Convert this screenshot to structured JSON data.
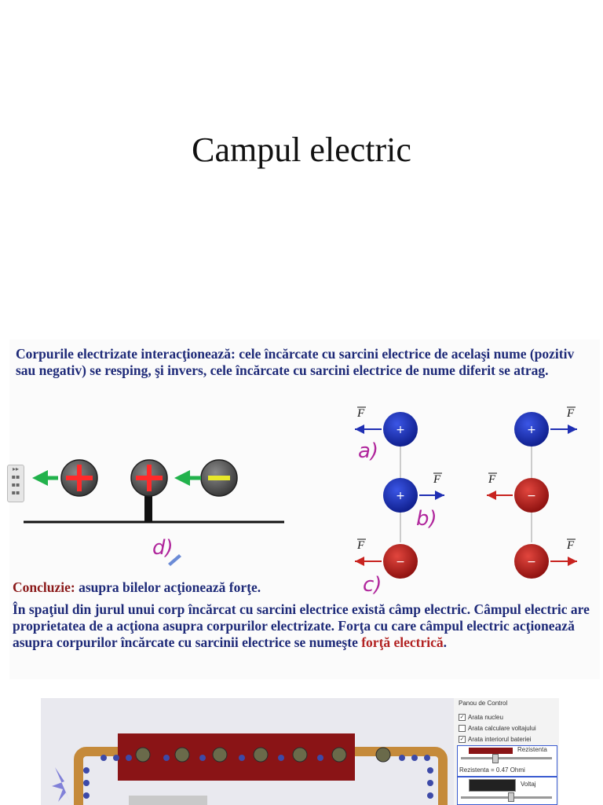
{
  "page": {
    "title": "Campul electric"
  },
  "slide": {
    "intro": "Corpurile electrizate interacţionează: cele încărcate cu sarcini electrice de acelaşi nume (pozitiv sau negativ) se resping, şi invers, cele încărcate cu sarcini electrice de nume diferit se atrag.",
    "conclusion_label": "Concluzie:",
    "conclusion_text": " asupra bilelor acţionează forţe.",
    "body_text": "În spaţiul din jurul unui corp încărcat cu sarcini electrice există câmp electric. Câmpul electric are proprietatea de a acţiona asupra corpurilor electrizate. Forţa cu care câmpul electric acţionează asupra corpurilor încărcate cu sarcinii electrice se numeşte ",
    "body_highlight": "forţă electrică",
    "body_end": ".",
    "force_symbol": "F",
    "plus": "+",
    "minus": "−",
    "annotations": {
      "a": "a)",
      "b": "b)",
      "c": "c)",
      "d": "d)"
    },
    "colors": {
      "text": "#1e2a78",
      "highlight": "#b22222",
      "positive_ball": "#1f2fb3",
      "negative_ball": "#b8201f",
      "arrow_green": "#22b24c",
      "handwriting": "#b0269c"
    }
  },
  "control_panel": {
    "title": "Panou de Control",
    "options": [
      {
        "label": "Arata nucleu",
        "checked": true
      },
      {
        "label": "Arata calculare voltajului",
        "checked": false
      },
      {
        "label": "Arata interiorul bateriei",
        "checked": true
      }
    ],
    "resistance_label": "Rezistenta",
    "resistance_value": "Rezistenta = 0.47 Ohmi",
    "voltage_label": "Voltaj"
  }
}
